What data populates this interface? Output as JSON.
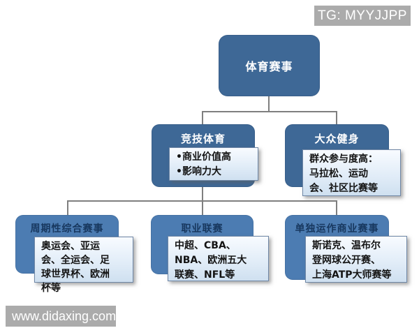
{
  "watermarks": {
    "top_right": "TG: MYYJJPP",
    "bottom_left": "www.didaxing.com"
  },
  "tree": {
    "root": {
      "label": "体育赛事"
    },
    "level2": [
      {
        "label": "竞技体育",
        "note_lines": [
          "•商业价值高",
          "•影响力大"
        ]
      },
      {
        "label": "大众健身",
        "note_lines": [
          "群众参与度高：",
          "马拉松、运动",
          "会、社区比赛等"
        ]
      }
    ],
    "level3": [
      {
        "label": "周期性综合赛事",
        "note_lines": [
          "奥运会、亚运",
          "会、全运会、足",
          "球世界杯、欧洲",
          "杯等"
        ]
      },
      {
        "label": "职业联赛",
        "note_lines": [
          "中超、CBA、",
          "NBA、欧洲五大",
          "联赛、NFL等"
        ]
      },
      {
        "label": "单独运作商业赛事",
        "note_lines": [
          "斯诺克、温布尔",
          "登网球公开赛、",
          "上海ATP大师赛等"
        ]
      }
    ]
  },
  "colors": {
    "node_dark_blue": "#3e6896",
    "node_light_blue": "#4c7cb2",
    "connector_gray": "#7f7f7f",
    "watermark_gray": "#ababab",
    "level3_title_navy": "#17375e"
  }
}
